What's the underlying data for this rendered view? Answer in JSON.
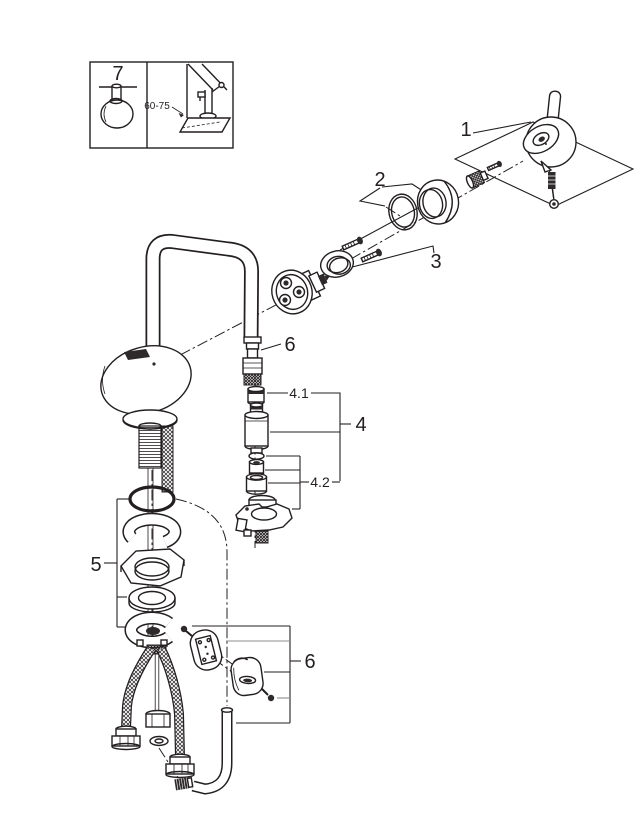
{
  "colors": {
    "line": "#231f20",
    "background": "#ffffff",
    "dark_fill": "#2e2a2b",
    "muted_line": "#8c8c8c"
  },
  "inset": {
    "part_number": "7",
    "dimension": "60-75"
  },
  "callouts": {
    "c1": "1",
    "c2": "2",
    "c3": "3",
    "c4": "4",
    "c4_1": "4.1",
    "c4_2": "4.2",
    "c5": "5",
    "c6_spout": "6",
    "c6_holder": "6"
  }
}
